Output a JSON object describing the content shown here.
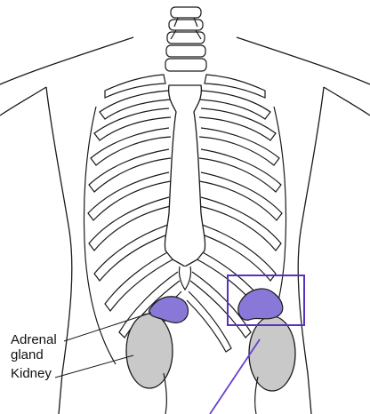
{
  "labels": {
    "adrenal_gland": "Adrenal\ngland",
    "adrenal_line1": "Adrenal",
    "adrenal_line2": "gland",
    "kidney": "Kidney"
  },
  "colors": {
    "background": "#ffffff",
    "outline": "#1a1a1a",
    "adrenal_fill": "#8a78d8",
    "kidney_fill": "#c9c9c9",
    "highlight_box": "#5a2fc4",
    "pointer_line": "#6a3fd0"
  },
  "highlight": {
    "target": "right-adrenal-gland"
  }
}
